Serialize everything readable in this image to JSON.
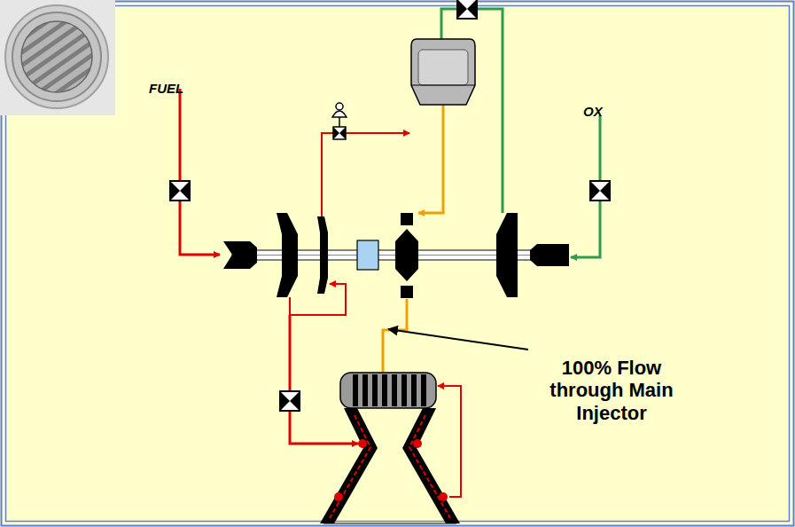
{
  "diagram": {
    "labels": [
      "FUEL",
      "OX",
      "100% Flow through Main Injector"
    ]
  }
}
